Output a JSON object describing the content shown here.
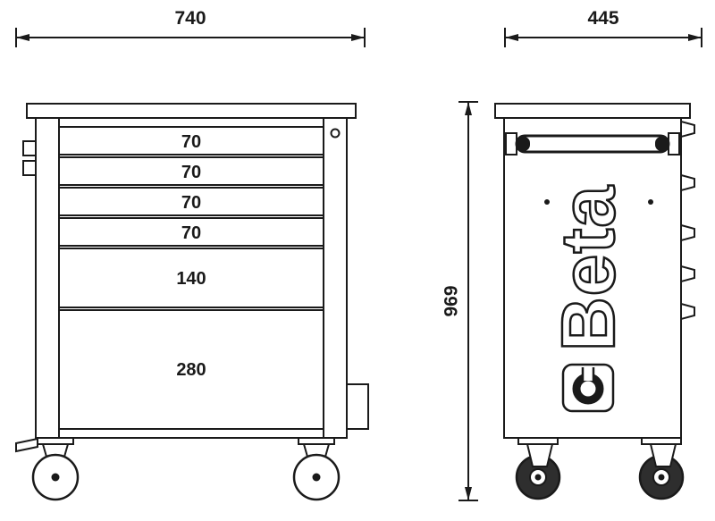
{
  "front_view": {
    "width_dim": "740",
    "drawer_labels": [
      "70",
      "70",
      "70",
      "70",
      "140",
      "280"
    ]
  },
  "side_view": {
    "width_dim": "445",
    "height_dim": "969",
    "brand": "Beta"
  },
  "colors": {
    "line": "#1a1a1a",
    "wheel_fill": "#2e2e2e",
    "background": "#ffffff"
  }
}
